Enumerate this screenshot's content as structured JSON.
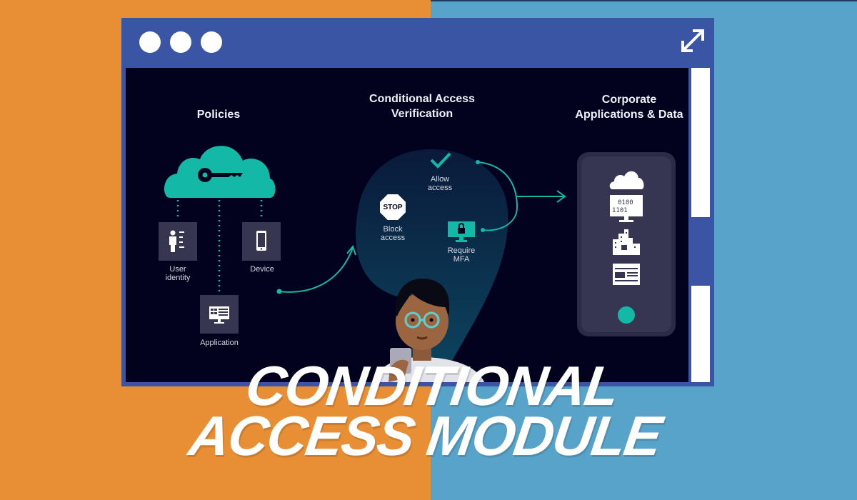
{
  "background": {
    "left_color": "#e88e35",
    "right_color": "#58a3ca"
  },
  "window": {
    "frame_color": "#3a55a4",
    "controls": [
      "dot-1",
      "dot-2",
      "dot-3"
    ],
    "expand_icon": "expand-arrows-icon"
  },
  "diagram": {
    "policies": {
      "header": "Policies",
      "items": [
        {
          "label_line1": "User",
          "label_line2": "identity",
          "icon": "user-identity-icon"
        },
        {
          "label_line1": "Device",
          "label_line2": "",
          "icon": "smartphone-icon"
        },
        {
          "label_line1": "Application",
          "label_line2": "",
          "icon": "monitor-app-icon"
        }
      ]
    },
    "verification": {
      "header_line1": "Conditional Access",
      "header_line2": "Verification",
      "outcomes": [
        {
          "label_line1": "Allow",
          "label_line2": "access",
          "icon": "checkmark-icon"
        },
        {
          "label_line1": "Block",
          "label_line2": "access",
          "icon": "stop-sign-icon",
          "sign_text": "STOP"
        },
        {
          "label_line1": "Require",
          "label_line2": "MFA",
          "icon": "lock-monitor-icon"
        }
      ]
    },
    "corporate": {
      "header_line1": "Corporate",
      "header_line2": "Applications & Data",
      "icons": [
        "cloud-icon",
        "binary-monitor-icon",
        "buildings-icon",
        "document-layout-icon"
      ],
      "binary_line1": "0100",
      "binary_line2": "1101"
    },
    "accent_color": "#14b8a6"
  },
  "title": {
    "line1": "CONDITIONAL",
    "line2": "ACCESS MODULE"
  }
}
